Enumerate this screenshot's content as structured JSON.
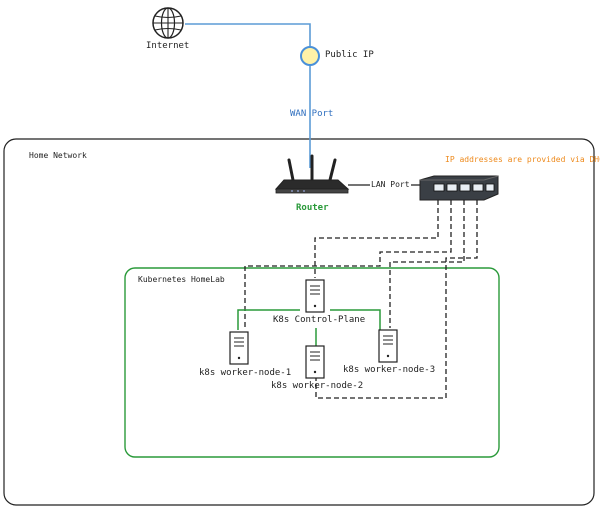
{
  "nodes": {
    "internet": "Internet",
    "public_ip": "Public IP",
    "wan_port": "WAN Port",
    "home_network": "Home Network",
    "dhcp_note": "IP addresses are provided via DHCP",
    "router": "Router",
    "lan_port": "LAN Port",
    "k8s_homelab": "Kubernetes HomeLab",
    "control_plane": "K8s Control-Plane",
    "worker1": "k8s worker-node-1",
    "worker2": "k8s worker-node-2",
    "worker3": "k8s worker-node-3"
  },
  "colors": {
    "wan_link": "#5b9bd5",
    "homelab_border": "#2a9a3a",
    "dhcp_note": "#ee8a1c",
    "lan_link": "#222222"
  },
  "icons": {
    "internet": "globe-icon",
    "public_ip": "ip-node-icon",
    "router": "router-icon",
    "switch": "network-switch-icon",
    "servers": "server-icon"
  }
}
